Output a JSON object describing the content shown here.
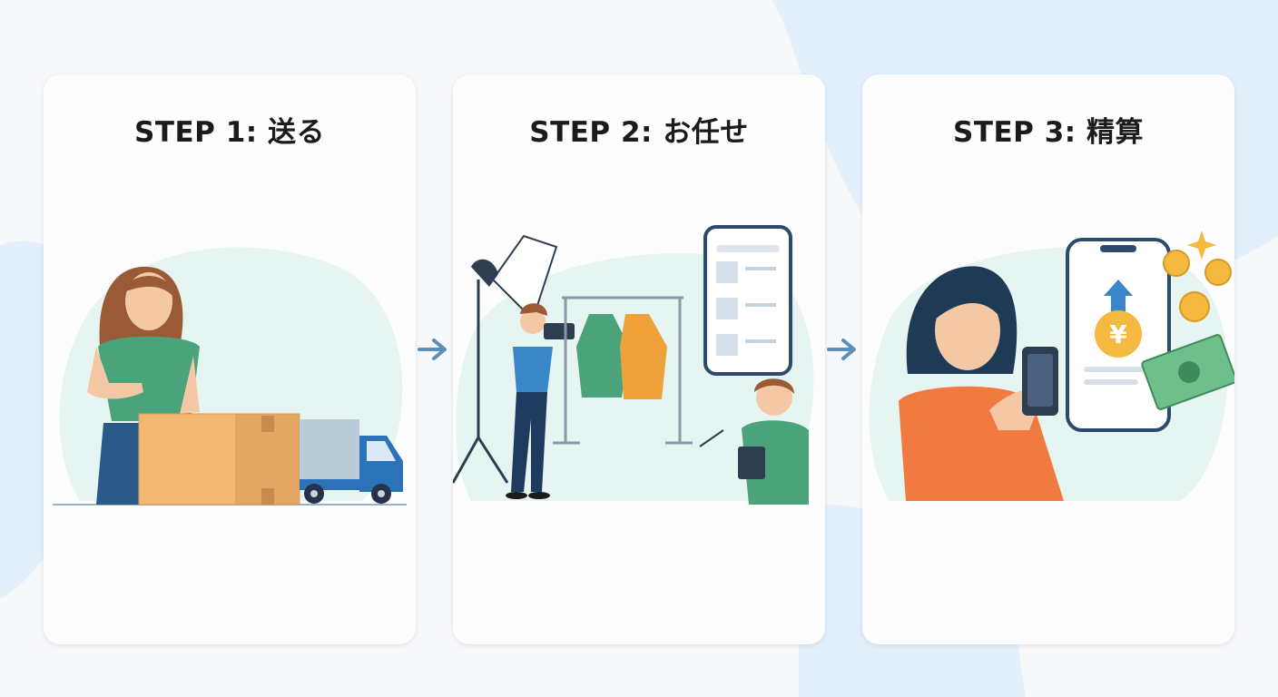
{
  "steps": [
    {
      "title": "STEP 1: 送る"
    },
    {
      "title": "STEP 2: お任せ"
    },
    {
      "title": "STEP 3: 精算"
    }
  ],
  "icons": {
    "yen_symbol": "¥",
    "arrow": "arrow-right-icon"
  },
  "colors": {
    "background": "#f7f8fa",
    "blob": "#e3f0fb",
    "card": "#fdfdfd",
    "accent_green": "#4aa37a",
    "accent_orange": "#f07a40",
    "arrow": "#5b8fb9",
    "coin": "#f5b940"
  }
}
